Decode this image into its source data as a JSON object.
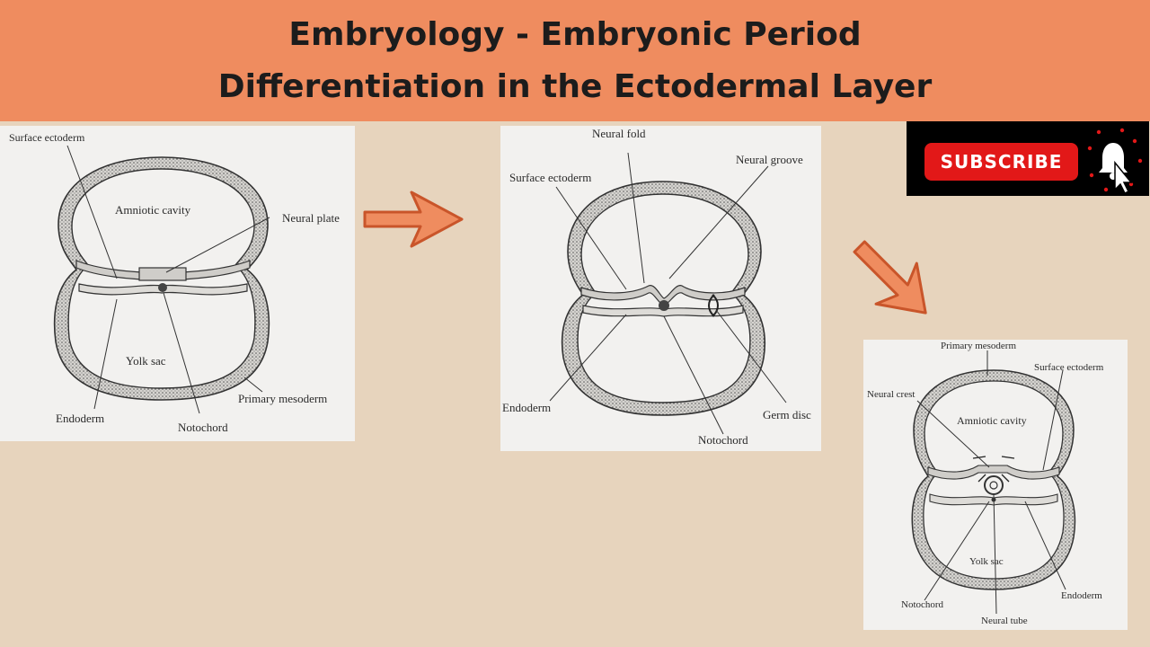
{
  "header": {
    "title_line1": "Embryology - Embryonic Period",
    "title_line2": "Differentiation in the Ectodermal Layer",
    "background_color": "#ef8c5f"
  },
  "subscribe": {
    "label": "SUBSCRIBE",
    "button_color": "#e21818",
    "icon": "bell-cursor-icon"
  },
  "diagrams": [
    {
      "labels": {
        "surface_ectoderm": "Surface ectoderm",
        "amniotic_cavity": "Amniotic cavity",
        "neural_plate": "Neural plate",
        "yolk_sac": "Yolk sac",
        "primary_mesoderm": "Primary mesoderm",
        "endoderm": "Endoderm",
        "notochord": "Notochord"
      }
    },
    {
      "labels": {
        "neural_fold": "Neural fold",
        "neural_groove": "Neural groove",
        "surface_ectoderm": "Surface ectoderm",
        "endoderm": "Endoderm",
        "germ_disc": "Germ disc",
        "notochord": "Notochord"
      }
    },
    {
      "labels": {
        "primary_mesoderm": "Primary mesoderm",
        "surface_ectoderm": "Surface ectoderm",
        "neural_crest": "Neural crest",
        "amniotic_cavity": "Amniotic cavity",
        "yolk_sac": "Yolk sac",
        "notochord": "Notochord",
        "endoderm": "Endoderm",
        "neural_tube": "Neural tube"
      }
    }
  ],
  "arrow_color": "#ef8c5f"
}
